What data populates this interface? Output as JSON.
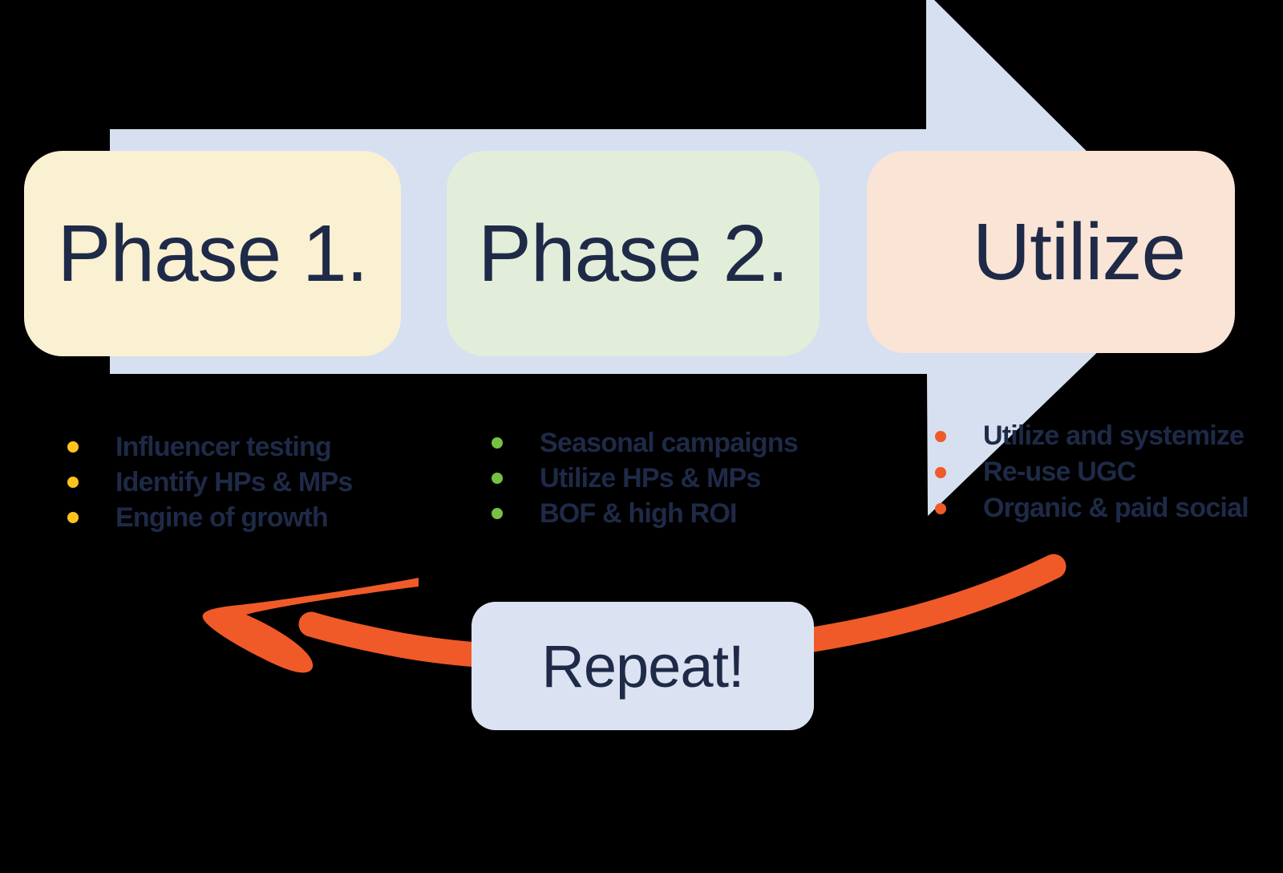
{
  "colors": {
    "background": "#000000",
    "arrow_band": "#D6E0F1",
    "navy_text": "#1E2A47",
    "orange": "#F05A28",
    "repeat_box_bg": "#DBE3F3"
  },
  "phases": [
    {
      "title": "Phase 1.",
      "box_color": "#FAF0D2",
      "bullet_color": "#FFC21E",
      "items": [
        "Influencer testing",
        "Identify HPs & MPs",
        "Engine of growth"
      ]
    },
    {
      "title": "Phase 2.",
      "box_color": "#E2EED9",
      "bullet_color": "#77C043",
      "items": [
        "Seasonal campaigns",
        "Utilize HPs & MPs",
        "BOF & high ROI"
      ]
    },
    {
      "title": "Utilize",
      "box_color": "#FAE4D6",
      "bullet_color": "#F05A28",
      "items": [
        "Utilize and systemize",
        "Re-use UGC",
        "Organic & paid social"
      ]
    }
  ],
  "repeat": {
    "label": "Repeat!"
  }
}
